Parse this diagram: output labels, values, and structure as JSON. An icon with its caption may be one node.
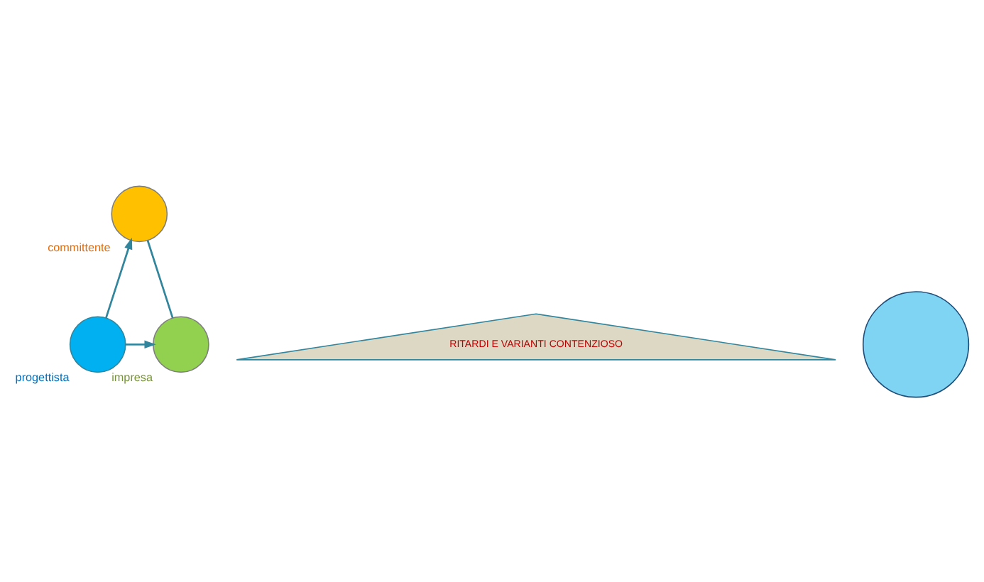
{
  "diagram": {
    "nodes": [
      {
        "text": [],
        "shape": "circle",
        "beside": [
          "committente"
        ]
      },
      {
        "text": [
          "RITARDI E VARIANTI CONTENZIOSO"
        ]
      },
      {
        "text": [],
        "shape": "circle",
        "beside": [
          "impresa"
        ]
      },
      {
        "text": [],
        "shape": "circle"
      },
      {
        "text": [],
        "shape": "circle",
        "beside": [
          "progettista"
        ]
      }
    ],
    "edges": [
      {
        "from": 4,
        "to": 0,
        "arrow": "to"
      },
      {
        "from": 4,
        "to": 2,
        "arrow": "to"
      },
      {
        "from": 2,
        "to": 0,
        "arrow": "none"
      }
    ]
  }
}
